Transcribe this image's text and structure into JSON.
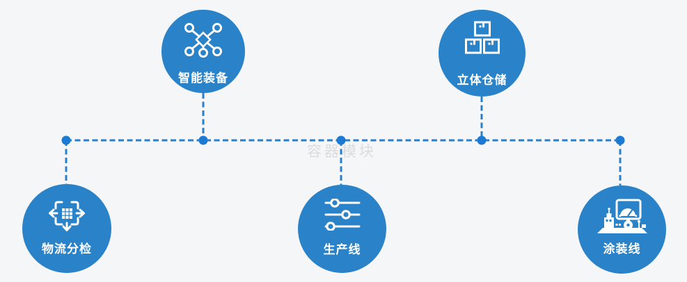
{
  "watermark": "容器模块",
  "colors": {
    "background": "#f5f6f7",
    "node_fill": "#2a82c8",
    "connector": "#2a7fc9",
    "junction_dot": "#1c7ad2",
    "label_text": "#ffffff",
    "watermark_text": "#dcdcdc"
  },
  "nodes": [
    {
      "label": "智能装备",
      "icon": "network-nodes-icon",
      "row": "top"
    },
    {
      "label": "立体仓储",
      "icon": "stacked-boxes-icon",
      "row": "top"
    },
    {
      "label": "物流分检",
      "icon": "sort-arrows-icon",
      "row": "bottom"
    },
    {
      "label": "生产线",
      "icon": "sliders-icon",
      "row": "bottom"
    },
    {
      "label": "涂装线",
      "icon": "control-panel-icon",
      "row": "bottom"
    }
  ]
}
